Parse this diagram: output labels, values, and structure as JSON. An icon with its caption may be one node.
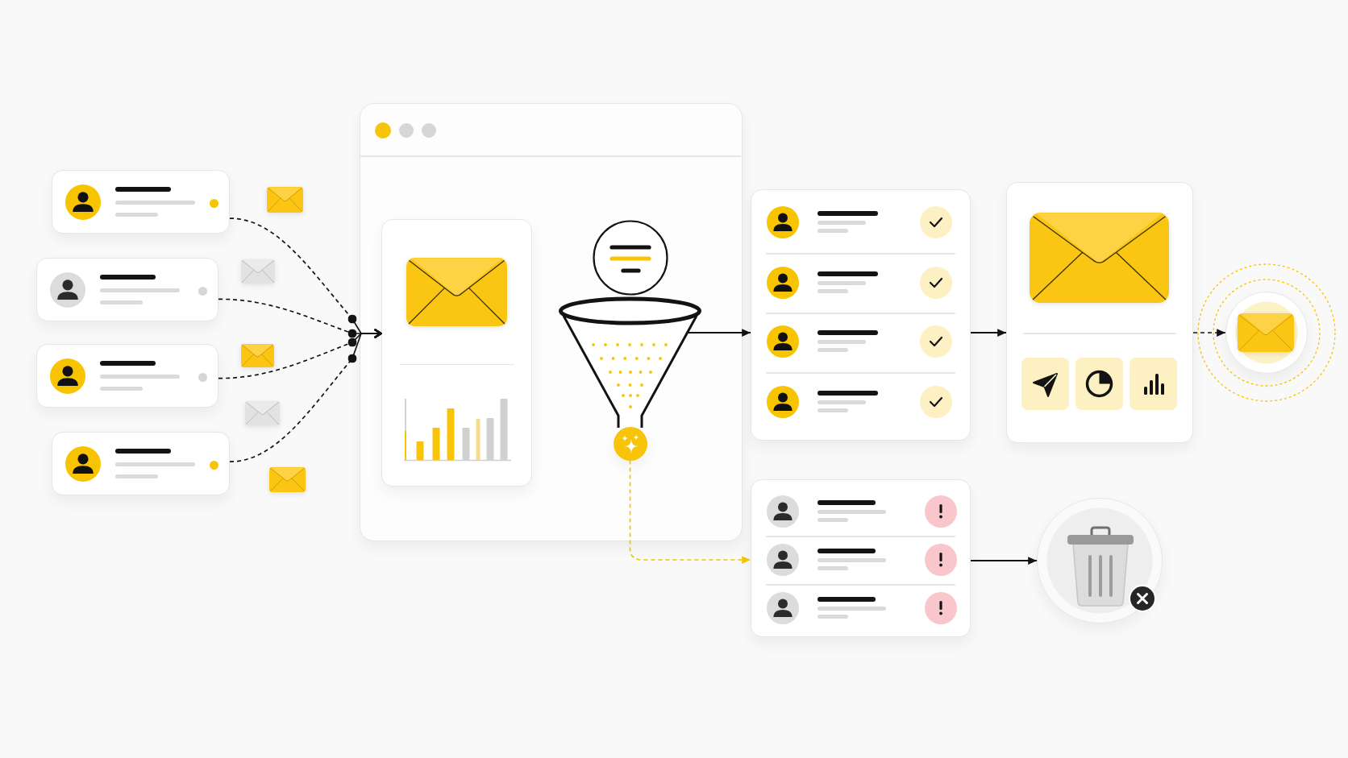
{
  "diagram": {
    "nodes": [
      {
        "text": [],
        "shape": "box"
      },
      {
        "text": [],
        "shape": "box"
      },
      {
        "text": [],
        "shape": "box"
      },
      {
        "text": [],
        "shape": "box"
      },
      {
        "text": [],
        "shape": "box"
      },
      {
        "text": [],
        "shape": "box",
        "in": 4
      },
      {
        "text": [],
        "shape": "funnel",
        "in": 4
      },
      {
        "text": [],
        "shape": "circle",
        "in": 4
      },
      {
        "text": [],
        "shape": "box"
      },
      {
        "text": [],
        "shape": "box"
      },
      {
        "text": [],
        "shape": "circle"
      },
      {
        "text": [],
        "shape": "box"
      },
      {
        "text": [],
        "shape": "circle"
      }
    ],
    "edges": [
      {
        "from": 0,
        "to": 5,
        "arrow": "to",
        "style": "dashed"
      },
      {
        "from": 1,
        "to": 5,
        "arrow": "to",
        "style": "dashed"
      },
      {
        "from": 2,
        "to": 5,
        "arrow": "to",
        "style": "dashed"
      },
      {
        "from": 3,
        "to": 5,
        "arrow": "to",
        "style": "dashed"
      },
      {
        "from": 6,
        "to": 8,
        "arrow": "to"
      },
      {
        "from": 7,
        "to": 11,
        "arrow": "to",
        "style": "dashed",
        "color": "#f5c400"
      },
      {
        "from": 8,
        "to": 9,
        "arrow": "to"
      },
      {
        "from": 9,
        "to": 10,
        "arrow": "to",
        "style": "dashed"
      },
      {
        "from": 11,
        "to": 12,
        "arrow": "to"
      }
    ]
  }
}
